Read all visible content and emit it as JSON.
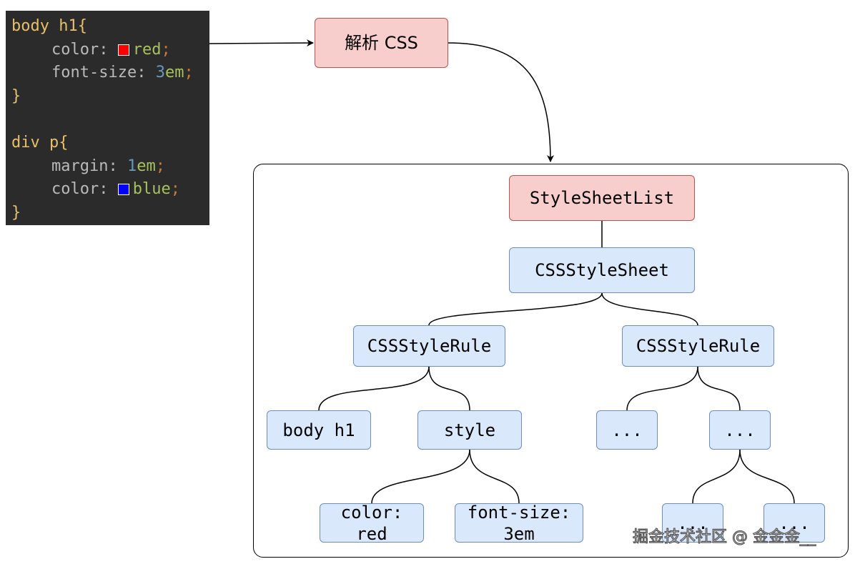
{
  "code": {
    "rule1": {
      "selector": "body h1",
      "open": "{",
      "close": "}",
      "decl1": {
        "prop": "color:",
        "value": "red",
        "semi": ";",
        "swatch": "#ff0000"
      },
      "decl2": {
        "prop": "font-size:",
        "num": "3",
        "unit": "em",
        "semi": ";"
      }
    },
    "rule2": {
      "selector": "div p",
      "open": "{",
      "close": "}",
      "decl1": {
        "prop": "margin:",
        "num": "1",
        "unit": "em",
        "semi": ";"
      },
      "decl2": {
        "prop": "color:",
        "value": "blue",
        "semi": ";",
        "swatch": "#0000ff"
      }
    }
  },
  "diagram": {
    "parse": "解析 CSS",
    "stylesheet_list": "StyleSheetList",
    "css_stylesheet": "CSSStyleSheet",
    "rule_left": "CSSStyleRule",
    "rule_right": "CSSStyleRule",
    "selector": "body h1",
    "style": "style",
    "prop_color": "color:\nred",
    "prop_fontsize": "font-size:\n3em",
    "right_child_a": "...",
    "right_child_b": "...",
    "right_leaf_a": "...",
    "right_leaf_b": "..."
  },
  "colors": {
    "blue_fill": "#dae8fc",
    "blue_stroke": "#6c8ebf",
    "red_fill": "#f8cecc",
    "red_stroke": "#b85450",
    "code_bg": "#2b2b2b"
  },
  "watermark": "掘金技术社区 @ 金金金__"
}
